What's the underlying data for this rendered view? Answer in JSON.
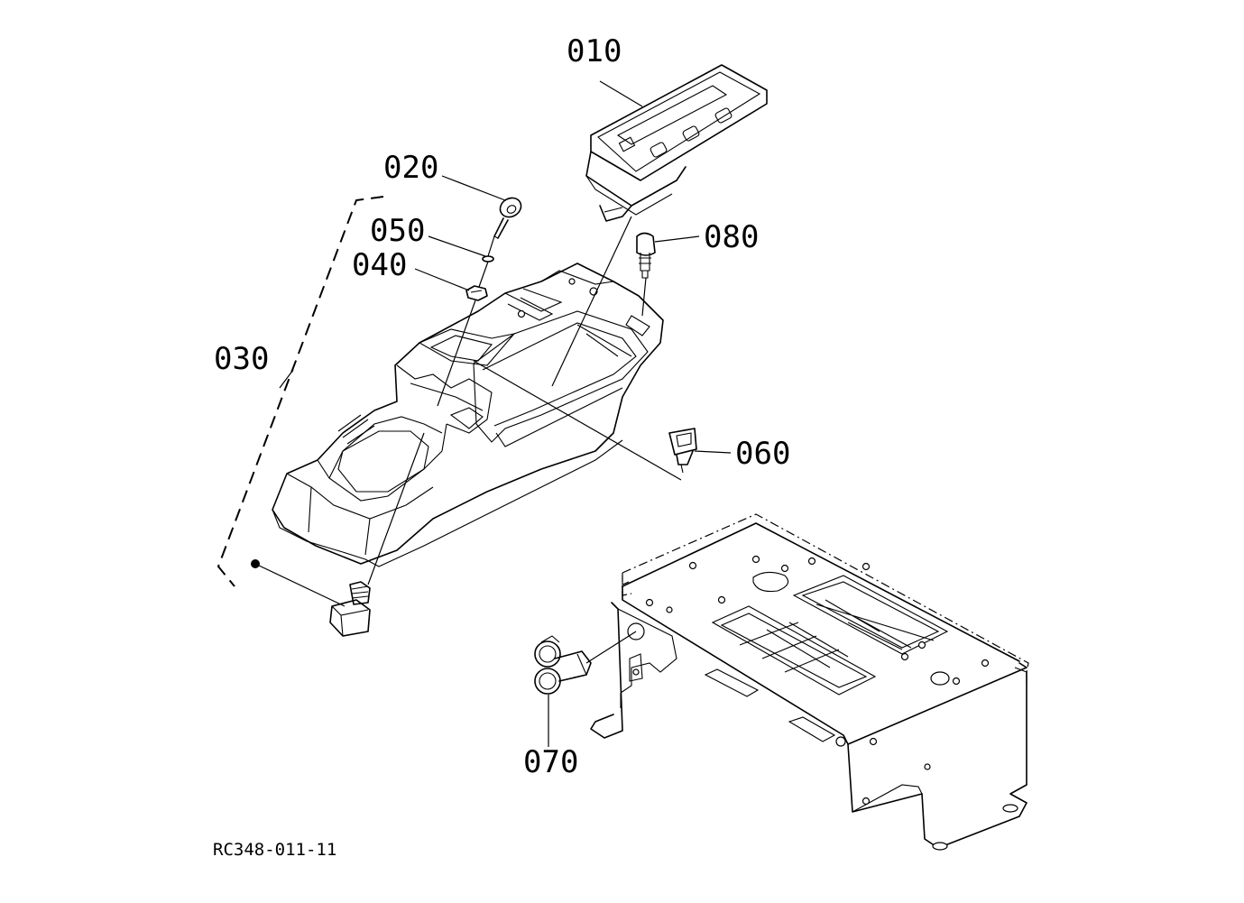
{
  "callouts": {
    "p010": "010",
    "p020": "020",
    "p030": "030",
    "p040": "040",
    "p050": "050",
    "p060": "060",
    "p070": "070",
    "p080": "080"
  },
  "drawing_ref": "RC348-011-11"
}
